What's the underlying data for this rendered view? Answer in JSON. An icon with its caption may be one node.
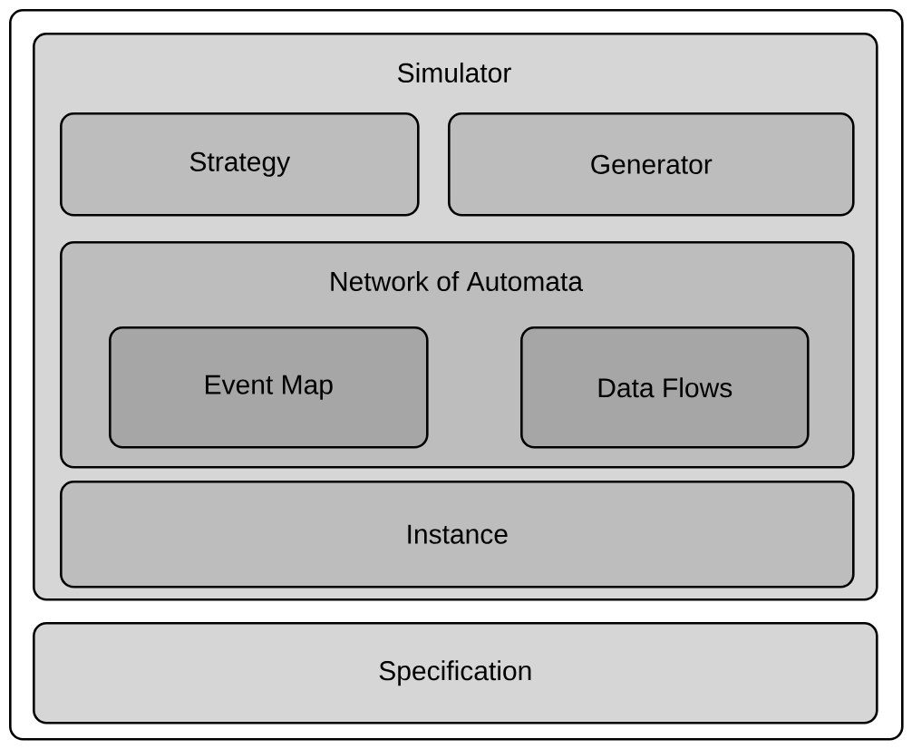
{
  "diagram": {
    "nodes": [
      {
        "text": [],
        "shape": "box"
      },
      {
        "text": [
          "Simulator"
        ],
        "in": 0
      },
      {
        "text": [
          "Strategy"
        ],
        "in": 1
      },
      {
        "text": [
          "Generator"
        ],
        "in": 1
      },
      {
        "text": [
          "Network of Automata"
        ],
        "in": 1
      },
      {
        "text": [
          "Event Map"
        ],
        "in": 4
      },
      {
        "text": [
          "Data Flows"
        ],
        "in": 4
      },
      {
        "text": [
          "Instance"
        ],
        "in": 1
      },
      {
        "text": [
          "Specification"
        ],
        "in": 0
      }
    ]
  }
}
